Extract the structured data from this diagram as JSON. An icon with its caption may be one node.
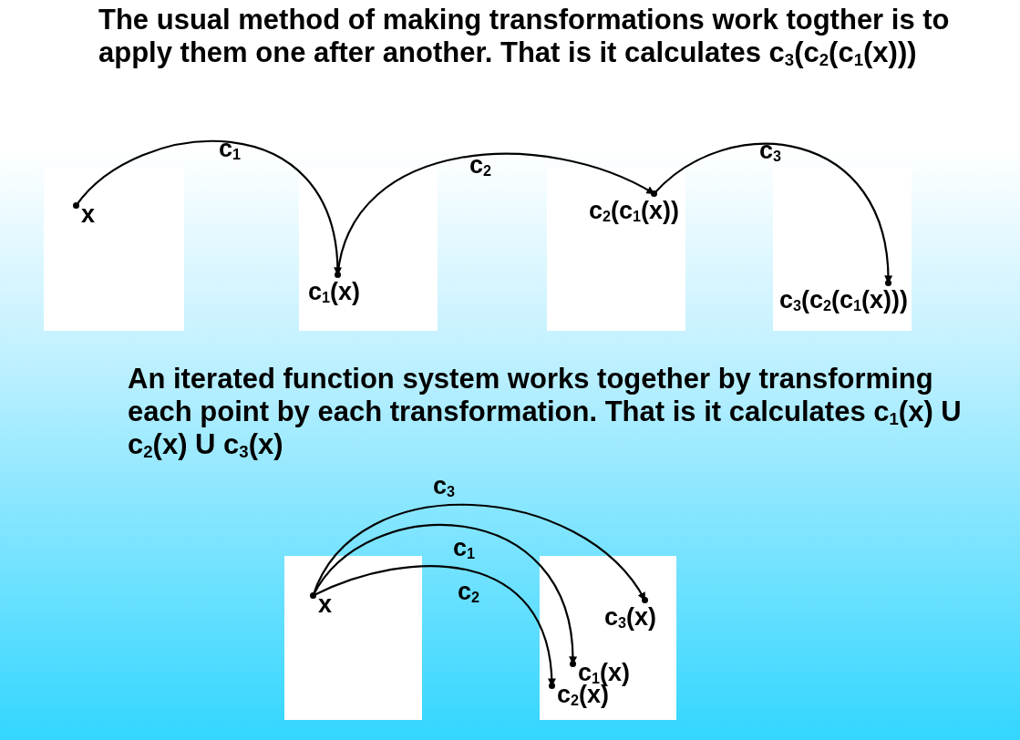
{
  "diagram": {
    "nodes": [
      {
        "text": [],
        "shape": "box"
      },
      {
        "text": [
          "x"
        ],
        "in": 0
      },
      {
        "text": [],
        "shape": "box"
      },
      {
        "text": [
          "c$_{1}$(x)"
        ],
        "in": 2
      },
      {
        "text": [],
        "shape": "box"
      },
      {
        "text": [
          "c$_{2}$(c$_{1}$(x))"
        ],
        "in": 4
      },
      {
        "text": [],
        "shape": "box"
      },
      {
        "text": [
          "c$_{3}$(c$_{2}$(c$_{1}$(x)))"
        ],
        "in": 6
      },
      {
        "text": [],
        "shape": "box"
      },
      {
        "text": [
          "x"
        ],
        "in": 8
      },
      {
        "text": [],
        "shape": "box"
      },
      {
        "text": [
          "c$_{3}$(x)"
        ],
        "in": 10
      },
      {
        "text": [
          "c$_{1}$(x)"
        ],
        "in": 10
      },
      {
        "text": [
          "c$_{2}$(x)"
        ],
        "in": 10
      }
    ],
    "edges": [
      {
        "from": 1,
        "to": 3,
        "arrow": "to",
        "label": "c$_{1}$"
      },
      {
        "from": 3,
        "to": 5,
        "arrow": "to",
        "label": "c$_{2}$"
      },
      {
        "from": 5,
        "to": 7,
        "arrow": "to",
        "label": "c$_{3}$"
      },
      {
        "from": 9,
        "to": 11,
        "arrow": "to",
        "label": "c$_{3}$"
      },
      {
        "from": 9,
        "to": 12,
        "arrow": "to",
        "label": "c$_{1}$"
      },
      {
        "from": 9,
        "to": 13,
        "arrow": "to",
        "label": "c$_{2}$"
      }
    ],
    "labels": [
      "The usual method of making transformations work togther is to apply them one after another. That is it calculates c$_{3}$(c$_{2}$(c$_{1}$(x)))",
      "An iterated function system works together by transforming each point by each transformation. That is it calculates c$_{1}$(x) U c$_{2}$(x) U c$_{3}$(x)"
    ]
  }
}
